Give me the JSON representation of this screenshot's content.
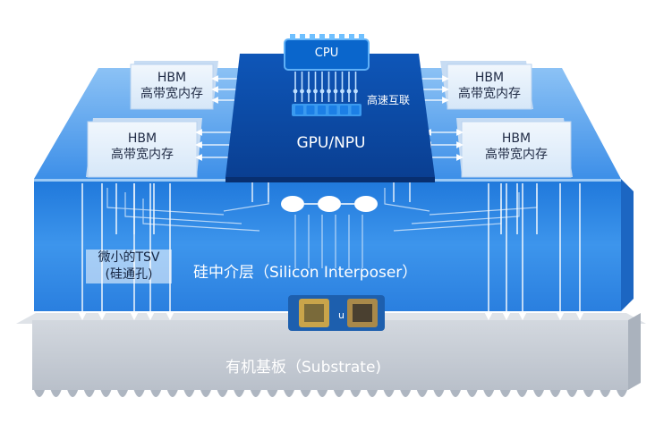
{
  "cpu_label": "CPU",
  "gpu_label": "GPU/NPU",
  "interconnect_label": "高速互联",
  "hbm_stacks": [
    {
      "line1": "HBM",
      "line2": "高带宽内存"
    },
    {
      "line1": "HBM",
      "line2": "高带宽内存"
    },
    {
      "line1": "HBM",
      "line2": "高带宽内存"
    },
    {
      "line1": "HBM",
      "line2": "高带宽内存"
    }
  ],
  "tsv_label": {
    "line1": "微小的TSV",
    "line2": "(硅通孔)"
  },
  "interposer_label": "硅中介层（Silicon Interposer）",
  "substrate_label": "有机基板（Substrate)",
  "colors": {
    "interposer": "#3d8fe8",
    "gpu_die": "#0d4fb0",
    "cpu_die": "#0a66cc",
    "hbm_stack": "#e3f0fb",
    "substrate": "#c9ced6"
  }
}
